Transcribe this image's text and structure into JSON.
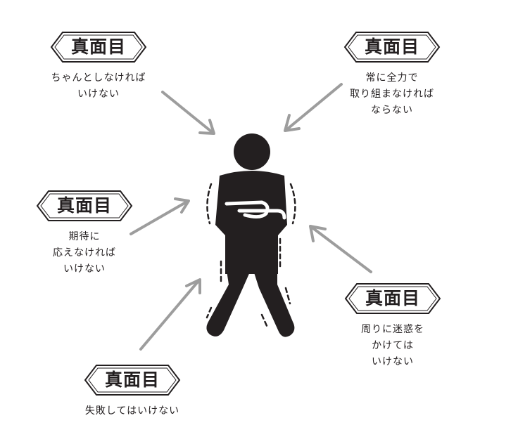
{
  "labels": [
    {
      "tag": "真面目",
      "text": "ちゃんとしなければ\nいけない"
    },
    {
      "tag": "真面目",
      "text": "常に全力で\n取り組まなければ\nならない"
    },
    {
      "tag": "真面目",
      "text": "期待に\n応えなければ\nいけない"
    },
    {
      "tag": "真面目",
      "text": "周りに迷惑を\nかけては\nいけない"
    },
    {
      "tag": "真面目",
      "text": "失敗してはいけない"
    }
  ],
  "colors": {
    "ink": "#231f20",
    "arrow": "#9d9d9d",
    "tag_border": "#231f20"
  },
  "icons": {
    "figure": "stiff-person-arms-crossed-icon"
  }
}
